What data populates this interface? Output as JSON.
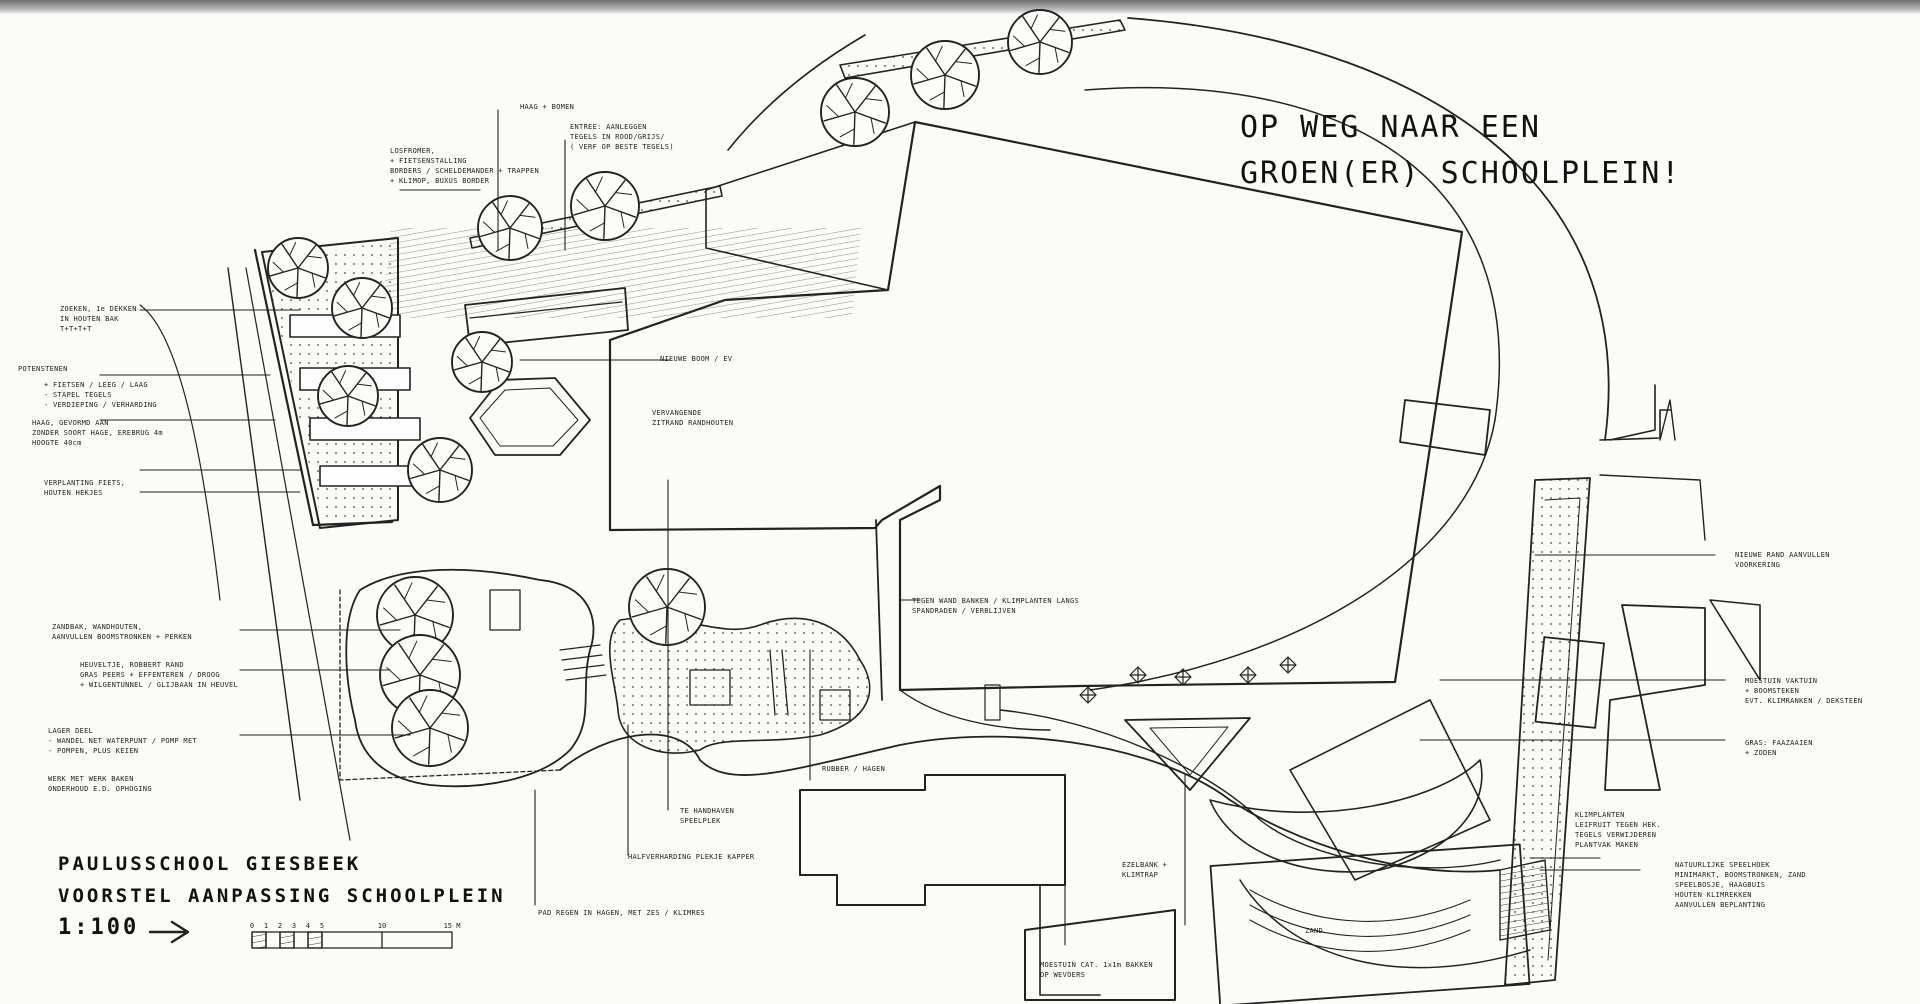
{
  "title": {
    "line1": "OP WEG NAAR EEN",
    "line2": "GROEN(ER) SCHOOLPLEIN!"
  },
  "footer": {
    "line1": "PAULUSSCHOOL   GIESBEEK",
    "line2": "VOORSTEL AANPASSING SCHOOLPLEIN",
    "scale": "1:100",
    "scalebar_ticks": [
      "0",
      "1",
      "2",
      "3",
      "4",
      "5",
      "10",
      "15 M"
    ]
  },
  "labels": {
    "haag_bomen": "HAAG + BOMEN",
    "entree": [
      "ENTREE: AANLEGGEN",
      "TEGELS IN ROOD/GRIJS/",
      "( VERF OP BESTE TEGELS)"
    ],
    "fietsenstalling": [
      "LOSFROMER,",
      "+ FIETSENSTALLING",
      "BORDERS / SCHELDEMANDER + TRAPPEN",
      "+ KLIMOP, BUXUS BORDER"
    ],
    "zoeken": [
      "ZOEKEN, 1e DEKKEN",
      "IN HOUTEN BAK",
      "T+T+T+T"
    ],
    "potenstenen": "POTENSTENEN",
    "fietsen": [
      "+ FIETSEN / LEEG / LAAG",
      "- STAPEL TEGELS",
      "- VERDIEPING / VERHARDING"
    ],
    "haag": [
      "HAAG, GEVORMD AAN",
      "ZONDER SOORT HAGE, EREBRUG 4m",
      "HOOGTE 40cm"
    ],
    "verplanting": [
      "VERPLANTING FIETS,",
      "HOUTEN HEKJES"
    ],
    "nieuwe_boom": "NIEUWE BOOM / EV",
    "vervangende": [
      "VERVANGENDE",
      "ZITRAND RANDHOUTEN"
    ],
    "zandbak": [
      "ZANDBAK, WANDHOUTEN,",
      "AANVULLEN BOOMSTRONKEN + PERKEN"
    ],
    "heuvel": [
      "HEUVELTJE, ROBBERT RAND",
      "GRAS PEERS + EFFENTEREN / DROOG",
      "+ WILGENTUNNEL / GLIJBAAN IN HEUVEL"
    ],
    "lager_deel": [
      "LAGER DEEL",
      "- WANDEL NET WATERPUNT / POMP MET",
      "- POMPEN, PLUS KEIEN"
    ],
    "werk_hek": [
      "WERK MET WERK BAKEN",
      "ONDERHOUD E.D. OPHOGING"
    ],
    "tegen_wand": [
      "TEGEN WAND BANKEN / KLIMPLANTEN LANGS",
      "SPANDRADEN / VERBLIJVEN"
    ],
    "rubber": "RUBBER / HAGEN",
    "speeltoestellen": [
      "TE HANDHAVEN",
      "SPEELPLEK"
    ],
    "halfverharding": "HALFVERHARDING PLEKJE KAPPER",
    "pad": "PAD REGEN IN HAGEN, MET ZES / KLIMRES",
    "moestuin": [
      "MOESTUIN CAT. 1x1m BAKKEN",
      "OP WEVOERS"
    ],
    "ezelbank": [
      "EZELBANK +",
      "KLIMTRAP"
    ],
    "nieuwe_rand": [
      "NIEUWE RAND AANVULLEN",
      "VOORKERING"
    ],
    "moestuin_vaktuin": [
      "MOESTUIN VAKTUIN",
      "+ BOOMSTEKEN",
      "EVT. KLIMRANKEN / DEKSTEEN"
    ],
    "grasveld": [
      "GRAS: FAAZAAIEN",
      "+ ZODEN"
    ],
    "klimplanten": [
      "KLIMPLANTEN",
      "LEIFRUIT TEGEN HEK.",
      "TEGELS VERWIJDEREN",
      "PLANTVAK MAKEN"
    ],
    "natuurlijke": [
      "NATUURLIJKE SPEELHOEK",
      "MINIMARKT, BOOMSTRONKEN, ZAND",
      "SPEELBOSJE, HAAGBUIS",
      "HOUTEN KLIMREKKEN",
      "AANVULLEN BEPLANTING"
    ],
    "zand_label": "ZAND"
  }
}
